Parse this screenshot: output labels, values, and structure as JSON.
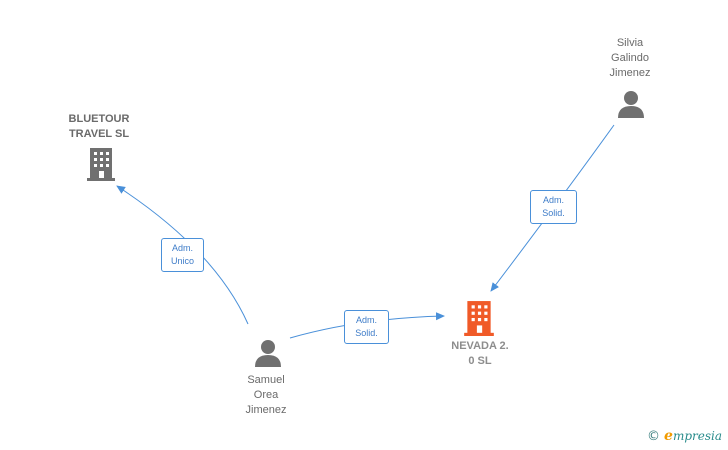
{
  "nodes": {
    "bluetour": {
      "label": "BLUETOUR\nTRAVEL  SL",
      "type": "company"
    },
    "silvia": {
      "label": "Silvia\nGalindo\nJimenez",
      "type": "person"
    },
    "nevada": {
      "label": "NEVADA 2.\n0  SL",
      "type": "company-main"
    },
    "samuel": {
      "label": "Samuel\nOrea\nJimenez",
      "type": "person"
    }
  },
  "edges": {
    "samuel_bluetour": {
      "label": "Adm.\nUnico"
    },
    "silvia_nevada": {
      "label": "Adm.\nSolid."
    },
    "samuel_nevada": {
      "label": "Adm.\nSolid."
    }
  },
  "brand": {
    "copyright": "©",
    "name": "mpresia",
    "initial": "e"
  },
  "colors": {
    "edge": "#4a90d9",
    "icon_gray": "#707070",
    "icon_main": "#f05a28"
  }
}
